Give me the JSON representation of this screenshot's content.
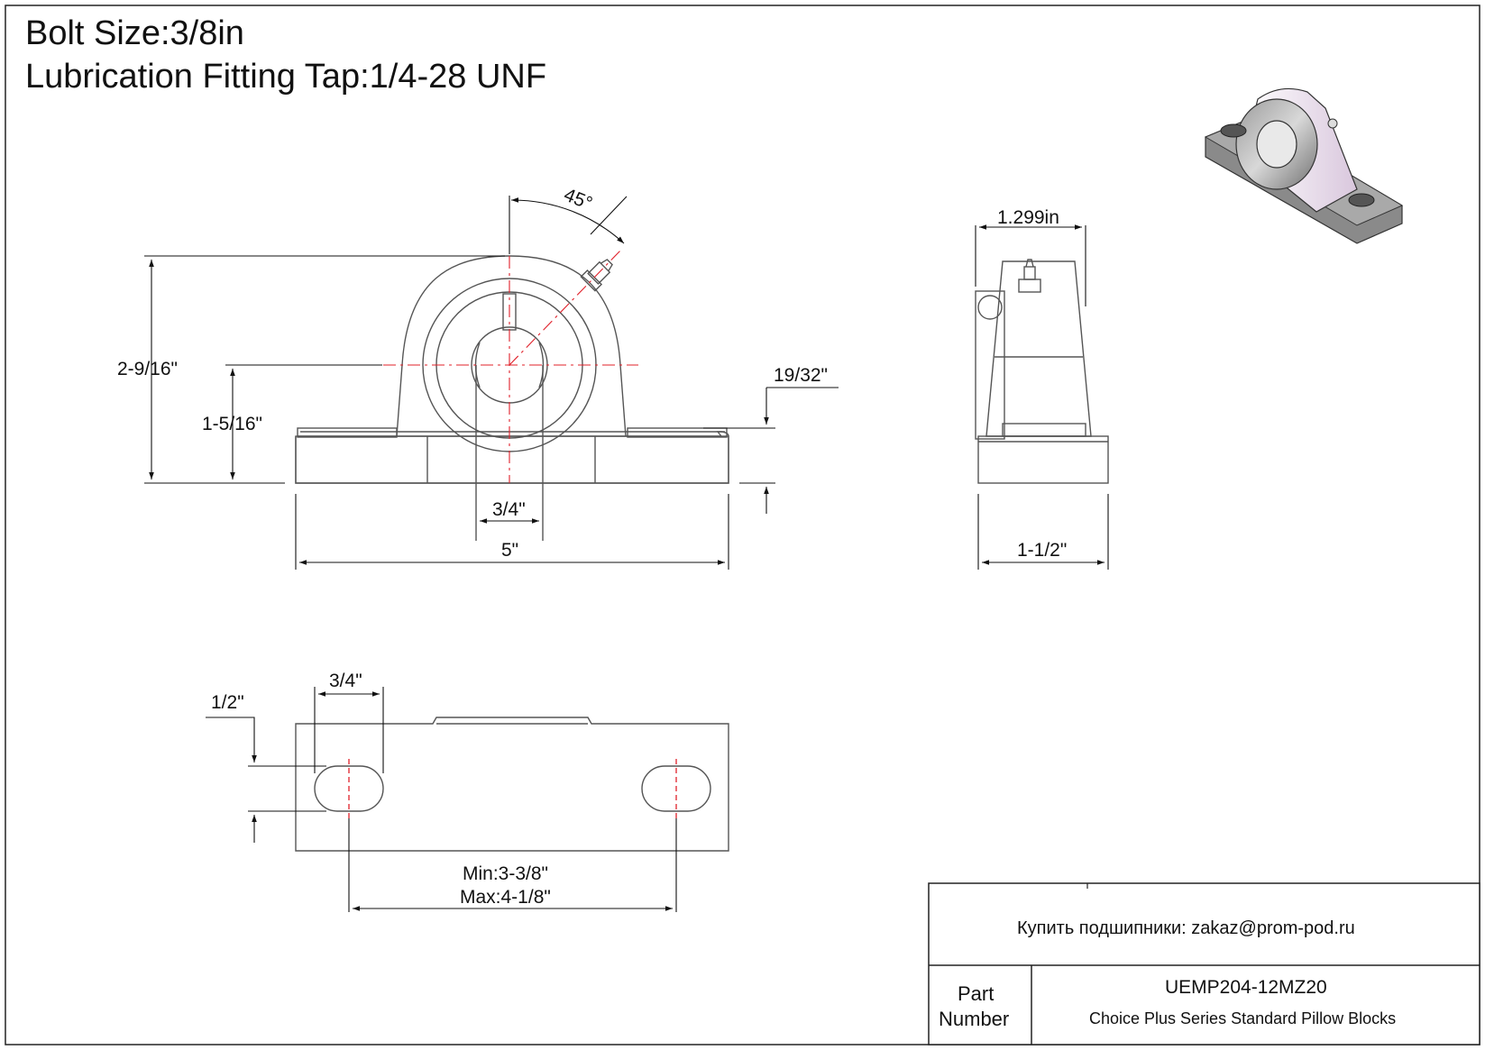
{
  "header": {
    "bolt_size": "Bolt Size:3/8in",
    "lubrication_tap": "Lubrication Fitting Tap:1/4-28 UNF"
  },
  "front_view": {
    "angle": "45°",
    "overall_height": "2-9/16\"",
    "center_height": "1-5/16\"",
    "base_thickness": "19/32\"",
    "bore_diameter": "3/4\"",
    "overall_length": "5\""
  },
  "side_view": {
    "top_width": "1.299in",
    "base_width": "1-1/2\""
  },
  "top_view": {
    "slot_length": "3/4\"",
    "slot_width": "1/2\"",
    "bolt_spacing_min": "Min:3-3/8\"",
    "bolt_spacing_max": "Max:4-1/8\""
  },
  "title_block": {
    "buy_text": "Купить подшипники: zakaz@prom-pod.ru",
    "part_label_line1": "Part",
    "part_label_line2": "Number",
    "part_number": "UEMP204-12MZ20",
    "description": "Choice Plus Series Standard Pillow Blocks"
  },
  "colors": {
    "centerline": "#e0202a",
    "outline": "#555555",
    "dimension": "#111111"
  }
}
